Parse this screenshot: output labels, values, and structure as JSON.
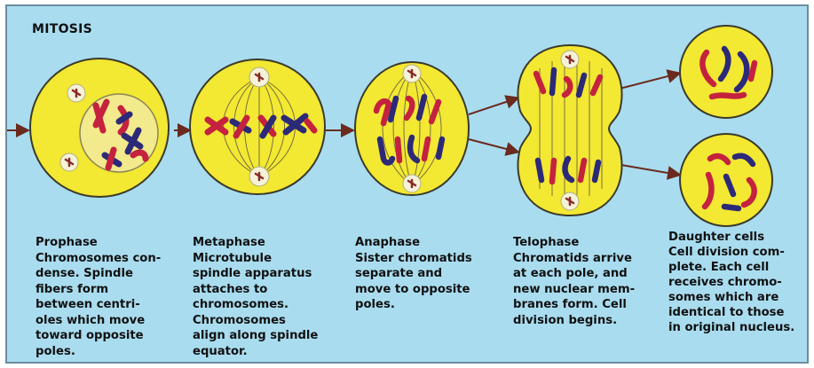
{
  "title": "MITOSIS",
  "stages": [
    {
      "name": "Prophase",
      "lines": [
        "Chromosomes con-",
        "dense. Spindle",
        "fibers form",
        "between centri-",
        "oles which move",
        "toward opposite",
        "poles."
      ]
    },
    {
      "name": "Metaphase",
      "lines": [
        "Microtubule",
        "spindle apparatus",
        "attaches to",
        "chromosomes.",
        "Chromosomes",
        "align along spindle",
        "equator."
      ]
    },
    {
      "name": "Anaphase",
      "lines": [
        "Sister chromatids",
        "separate and",
        "move to opposite",
        "poles."
      ]
    },
    {
      "name": "Telophase",
      "lines": [
        "Chromatids arrive",
        "at each pole, and",
        "new nuclear mem-",
        "branes form. Cell",
        "division begins."
      ]
    },
    {
      "name": "Daughter cells",
      "lines": [
        "Cell division com-",
        "plete. Each cell",
        "receives chromo-",
        "somes which are",
        "identical to those",
        "in original nucleus."
      ]
    }
  ],
  "colors": {
    "background": "#a9dcef",
    "cell_fill": "#f3e832",
    "cell_outline": "#3a3a2a",
    "nucleus_fill": "#f2ea8c",
    "chromosome_red": "#c4223e",
    "chromosome_blue": "#2c2a78",
    "arrow": "#6b2a1e",
    "centriole": "#f5f2d8"
  }
}
